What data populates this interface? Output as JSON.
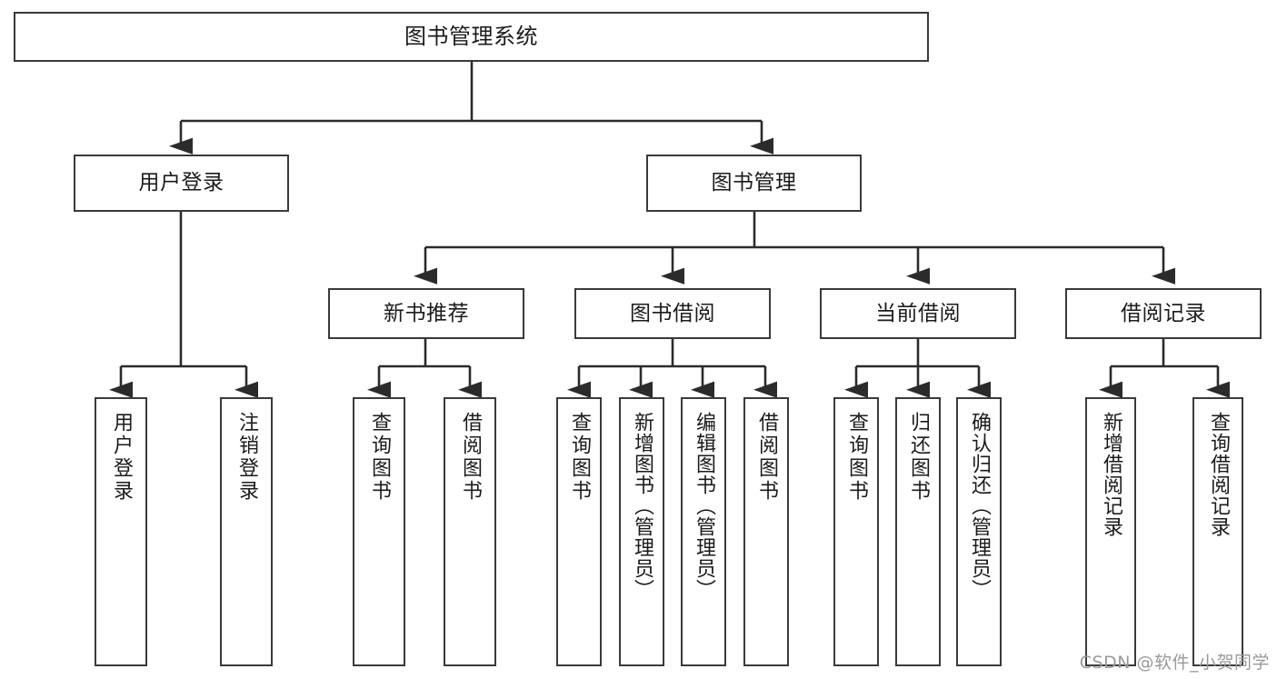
{
  "diagram": {
    "type": "tree",
    "title": "图书管理系统",
    "watermark": "CSDN @软件_小贺同学",
    "colors": {
      "box_border": "#3a3a3a",
      "box_fill": "#ffffff",
      "connector": "#2b2b2b",
      "text": "#1b1b1b",
      "watermark": "#9a9a9a"
    },
    "levels": {
      "root": {
        "label": "图书管理系统"
      },
      "level1": [
        {
          "label": "用户登录"
        },
        {
          "label": "图书管理"
        }
      ],
      "level2": [
        {
          "label": "新书推荐"
        },
        {
          "label": "图书借阅"
        },
        {
          "label": "当前借阅"
        },
        {
          "label": "借阅记录"
        }
      ]
    },
    "leaves": {
      "user_login": [
        {
          "label": "用户登录"
        },
        {
          "label": "注销登录"
        }
      ],
      "new_book_recommend": [
        {
          "label": "查询图书"
        },
        {
          "label": "借阅图书"
        }
      ],
      "book_borrow": [
        {
          "label": "查询图书"
        },
        {
          "label": "新增图书（管理员）"
        },
        {
          "label": "编辑图书（管理员）"
        },
        {
          "label": "借阅图书"
        }
      ],
      "current_borrow": [
        {
          "label": "查询图书"
        },
        {
          "label": "归还图书"
        },
        {
          "label": "确认归还（管理员）"
        }
      ],
      "borrow_record": [
        {
          "label": "新增借阅记录"
        },
        {
          "label": "查询借阅记录"
        }
      ]
    }
  }
}
